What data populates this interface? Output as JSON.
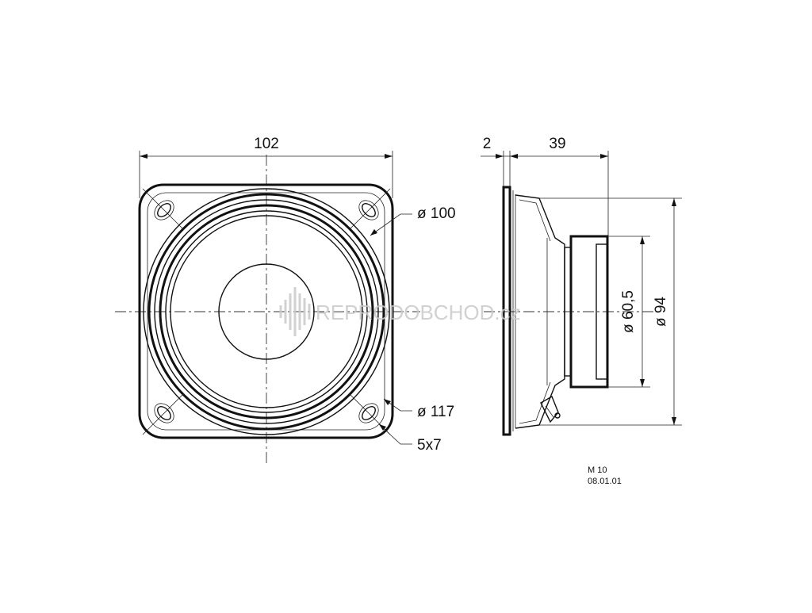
{
  "dimensions": {
    "front_width": "102",
    "cone_diameter": "ø 100",
    "hole_circle_diameter": "ø 117",
    "mounting_hole": "5x7",
    "flange_thickness": "2",
    "depth": "39",
    "magnet_diameter": "ø 60,5",
    "cutout_diameter": "ø 94"
  },
  "title_block": {
    "model": "M 10",
    "date": "08.01.01"
  },
  "watermark": {
    "text": "REPRODOBCHOD.cz",
    "color": "#c9c9c9"
  }
}
